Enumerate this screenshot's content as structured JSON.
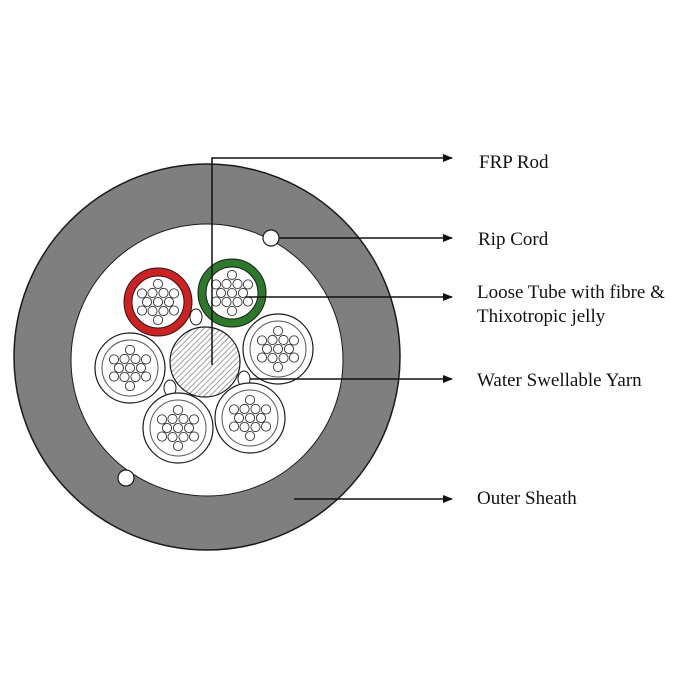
{
  "labels": {
    "frp_rod": "FRP Rod",
    "rip_cord": "Rip Cord",
    "loose_tube_line1": "Loose Tube with fibre &",
    "loose_tube_line2": "Thixotropic jelly",
    "water_yarn": "Water Swellable Yarn",
    "outer_sheath": "Outer Sheath"
  },
  "colors": {
    "sheath": "#7f7f7f",
    "background": "#ffffff",
    "outline": "#1a1a1a",
    "tube_red": "#d21f1f",
    "tube_green": "#2a7a2a",
    "tube_plain": "#ffffff",
    "rod_hatch": "#8a8a8a"
  },
  "tubes": [
    {
      "name": "loose-tube-red",
      "color_key": "tube_red"
    },
    {
      "name": "loose-tube-green",
      "color_key": "tube_green"
    },
    {
      "name": "loose-tube-right",
      "color_key": "tube_plain"
    },
    {
      "name": "loose-tube-left",
      "color_key": "tube_plain"
    },
    {
      "name": "loose-tube-bottom-left",
      "color_key": "tube_plain"
    },
    {
      "name": "loose-tube-bottom-right",
      "color_key": "tube_plain"
    }
  ]
}
